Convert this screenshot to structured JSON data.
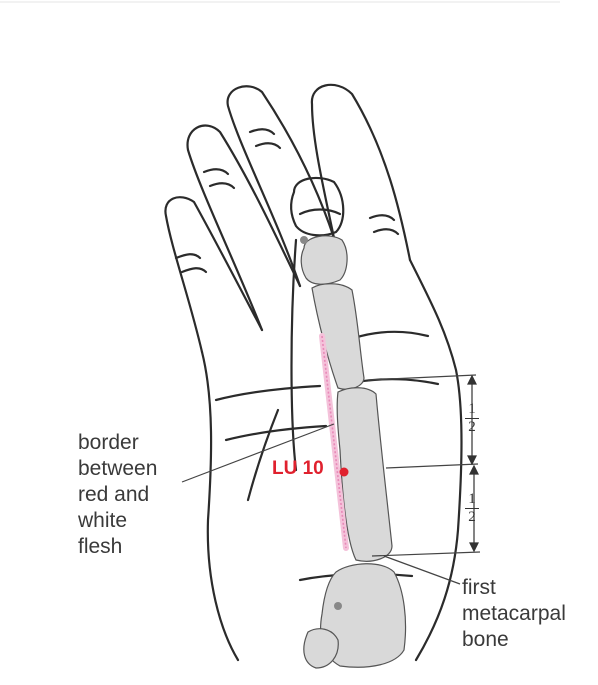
{
  "labels": {
    "border_lines": [
      "border",
      "between",
      "red and",
      "white",
      "flesh"
    ],
    "point_name": "LU 10",
    "bone_lines": [
      "first",
      "metacarpal",
      "bone"
    ],
    "fraction_top": {
      "numerator": "1",
      "denominator": "2"
    },
    "fraction_bottom": {
      "numerator": "1",
      "denominator": "2"
    }
  },
  "colors": {
    "outline": "#2b2b2b",
    "bone_fill": "#d9d9d9",
    "border_line": "#e889b8",
    "point": "#e0212e",
    "text": "#3a3a3a"
  }
}
